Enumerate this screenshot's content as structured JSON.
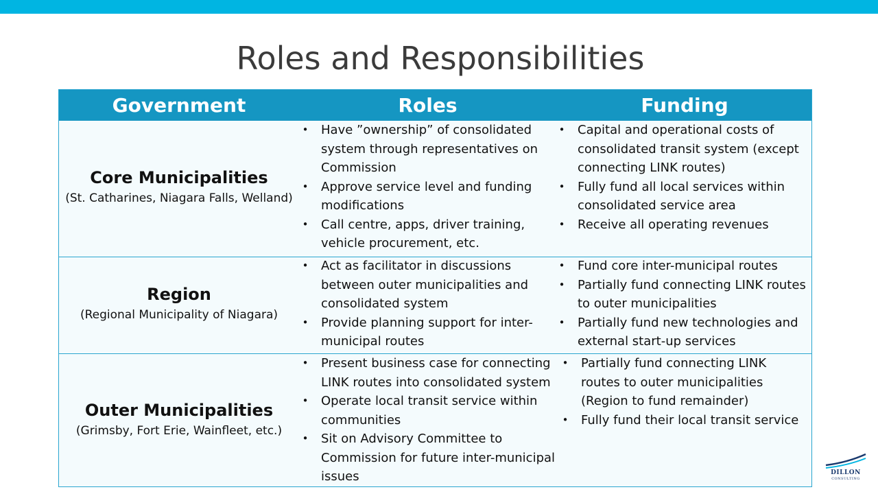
{
  "title": "Roles and Responsibilities",
  "headers": {
    "government": "Government",
    "roles": "Roles",
    "funding": "Funding"
  },
  "rows": [
    {
      "government": "Core Municipalities",
      "subtitle": "(St. Catharines, Niagara Falls, Welland)",
      "roles": [
        "Have ”ownership” of consolidated system through representatives on Commission",
        "Approve service level and funding modifications",
        "Call centre, apps, driver training, vehicle procurement, etc."
      ],
      "funding": [
        "Capital and operational costs of consolidated transit system (except connecting LINK routes)",
        "Fully fund all local services within consolidated service area",
        "Receive all operating revenues"
      ]
    },
    {
      "government": "Region",
      "subtitle": "(Regional Municipality of Niagara)",
      "roles": [
        "Act as facilitator in discussions between outer municipalities and consolidated system",
        "Provide planning support for inter-municipal routes"
      ],
      "funding": [
        "Fund core inter-municipal routes",
        "Partially fund connecting LINK routes to outer municipalities",
        "Partially fund new technologies and external start-up services"
      ]
    },
    {
      "government": "Outer Municipalities",
      "subtitle": "(Grimsby, Fort Erie, Wainfleet, etc.)",
      "roles": [
        "Present business case for connecting LINK routes into consolidated system",
        "Operate local transit service within communities",
        "Sit on Advisory Committee to Commission for future inter-municipal issues"
      ],
      "funding": [
        "Partially fund connecting LINK routes to outer municipalities (Region to fund remainder)",
        "Fully fund their local transit service"
      ]
    }
  ],
  "logo": {
    "name": "DILLON",
    "sub": "CONSULTING"
  },
  "colors": {
    "top_bar": "#00b5e2",
    "header_bg": "#1596c2",
    "border": "#29a5cf",
    "cell_bg": "#f4fbfd"
  }
}
